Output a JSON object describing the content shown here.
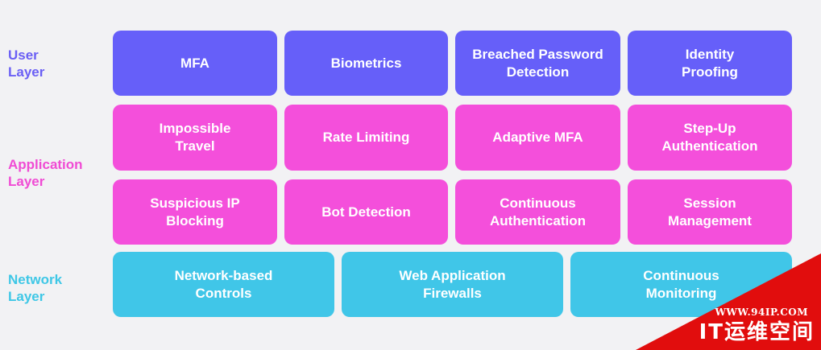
{
  "layers": {
    "user": "User\nLayer",
    "application": "Application\nLayer",
    "network": "Network\nLayer"
  },
  "user_row": [
    "MFA",
    "Biometrics",
    "Breached Password\nDetection",
    "Identity\nProofing"
  ],
  "app_row_1": [
    "Impossible\nTravel",
    "Rate Limiting",
    "Adaptive MFA",
    "Step-Up\nAuthentication"
  ],
  "app_row_2": [
    "Suspicious IP\nBlocking",
    "Bot Detection",
    "Continuous\nAuthentication",
    "Session\nManagement"
  ],
  "network_row": [
    "Network-based\nControls",
    "Web Application\nFirewalls",
    "Continuous\nMonitoring"
  ],
  "watermark": {
    "url": "WWW.94IP.COM",
    "name": "IT运维空间"
  },
  "colors": {
    "user": "#665ff9",
    "application": "#f44fdb",
    "network": "#40c6e8",
    "watermark": "#e10d0d"
  }
}
